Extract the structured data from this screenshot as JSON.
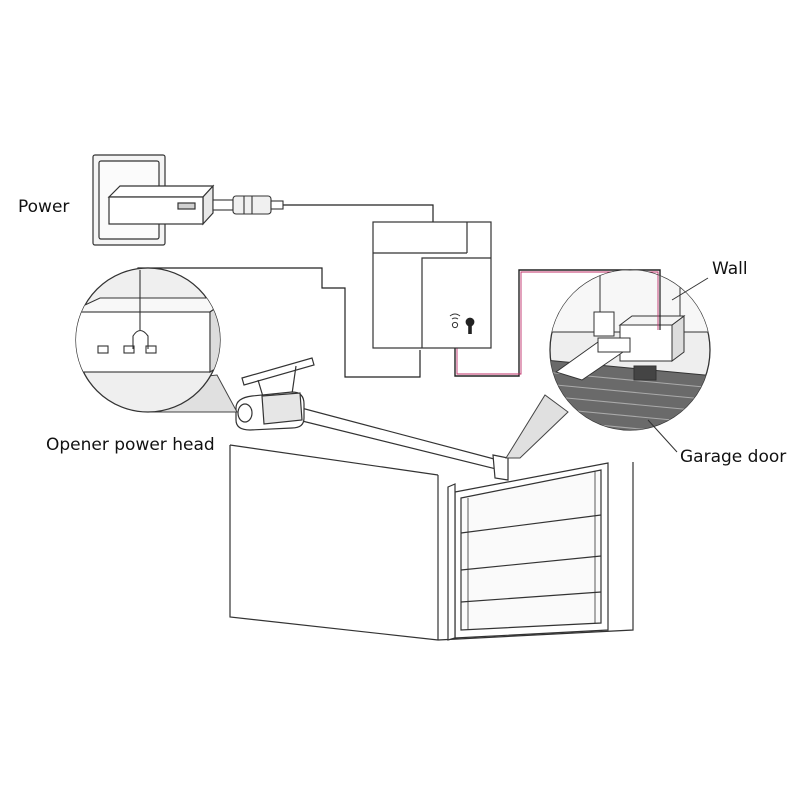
{
  "labels": {
    "power": "Power",
    "wall": "Wall",
    "opener": "Opener power head",
    "garage": "Garage door"
  },
  "colors": {
    "line": "#222222",
    "wire_accent": "#c0306a",
    "fill_light": "#f2f2f2",
    "fill_mid": "#d9d9d9",
    "fill_dark": "#555555"
  },
  "icons": [
    "wall-outlet-icon",
    "usb-adapter-icon",
    "usb-cable-icon",
    "wifi-icon",
    "keyhole-icon"
  ]
}
